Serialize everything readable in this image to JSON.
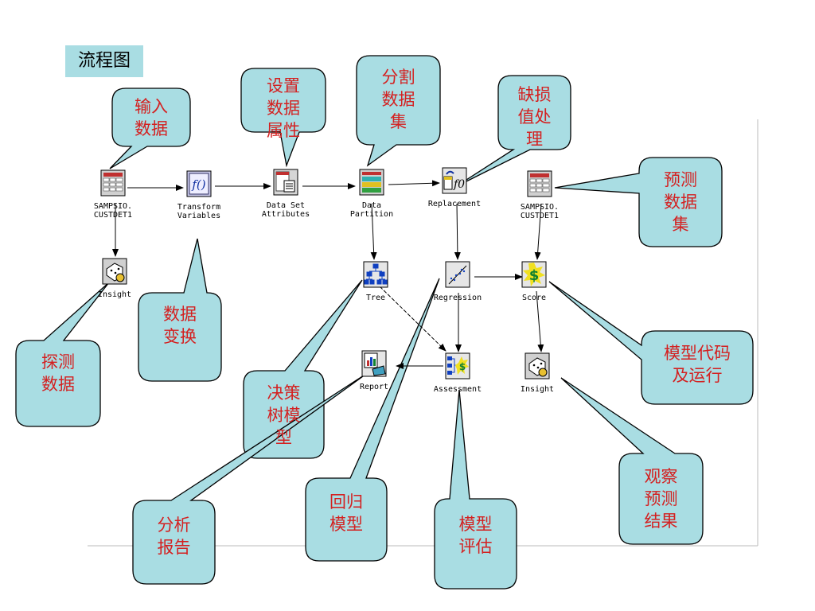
{
  "title": "流程图",
  "nodes": {
    "input": "SAMPSIO.\nCUSTDET1",
    "transform": "Transform\nVariables",
    "attributes": "Data Set\nAttributes",
    "partition": "Data\nPartition",
    "replacement": "Replacement",
    "score_input": "SAMPSIO.\nCUSTDET1",
    "insight1": "Insight",
    "tree": "Tree",
    "regression": "Regression",
    "score": "Score",
    "report": "Report",
    "assessment": "Assessment",
    "insight2": "Insight"
  },
  "callouts": {
    "input_data": "输入\n数据",
    "set_attributes": "设置\n数据\n属性",
    "split_data": "分割\n数据\n集",
    "missing_values": "缺损\n值处\n理",
    "predict_data": "预测\n数据\n集",
    "data_transform": "数据\n变换",
    "explore_data": "探测\n数据",
    "decision_tree": "决策\n树模\n型",
    "model_code": "模型代码\n及运行",
    "analysis_report": "分析\n报告",
    "regression_model": "回归\n模型",
    "model_eval": "模型\n评估",
    "observe_results": "观察\n预测\n结果"
  }
}
